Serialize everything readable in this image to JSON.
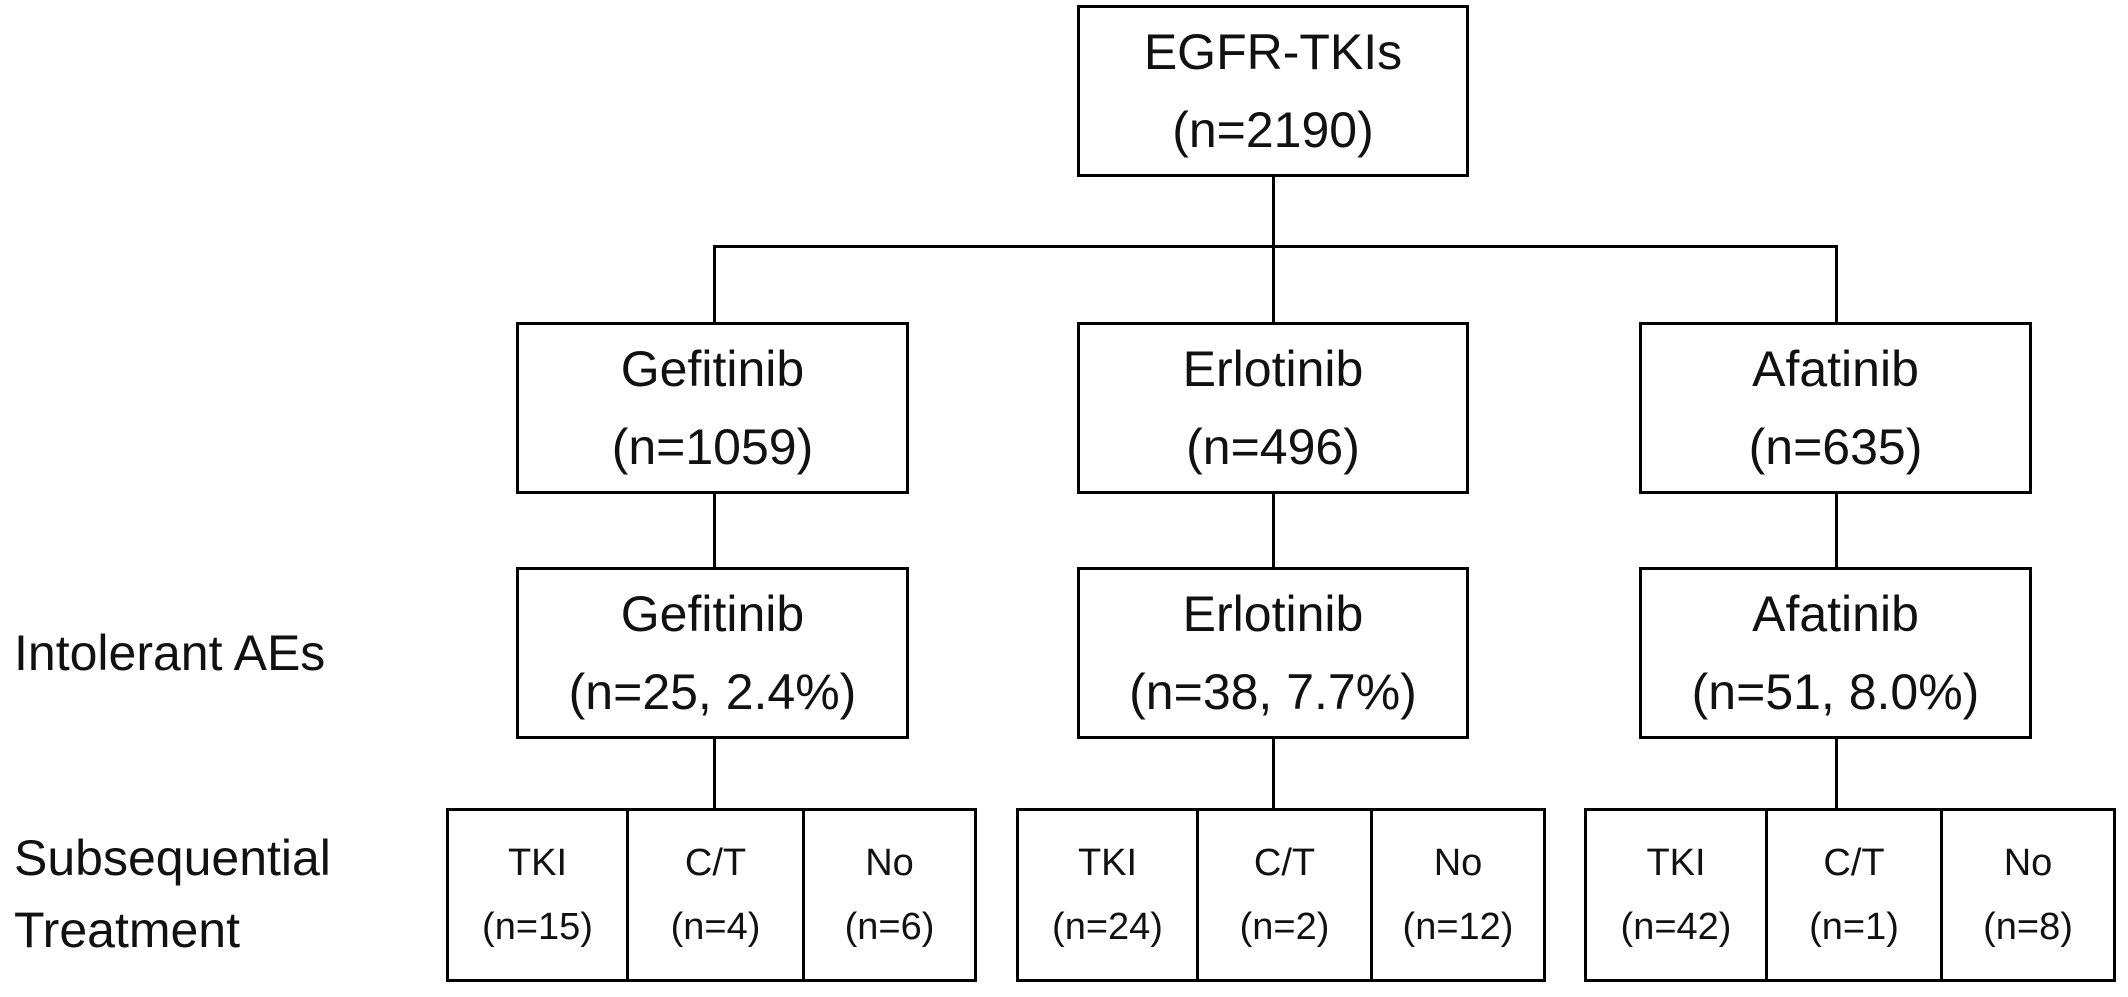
{
  "root": {
    "title": "EGFR-TKIs",
    "count": "(n=2190)"
  },
  "drugs": [
    {
      "name": "Gefitinib",
      "count": "(n=1059)"
    },
    {
      "name": "Erlotinib",
      "count": "(n=496)"
    },
    {
      "name": "Afatinib",
      "count": "(n=635)"
    }
  ],
  "intolerant": [
    {
      "name": "Gefitinib",
      "count": "(n=25, 2.4%)"
    },
    {
      "name": "Erlotinib",
      "count": "(n=38, 7.7%)"
    },
    {
      "name": "Afatinib",
      "count": "(n=51, 8.0%)"
    }
  ],
  "row_labels": {
    "intolerant": "Intolerant AEs",
    "subsequent_line1": "Subsequential",
    "subsequent_line2": "Treatment"
  },
  "subsequent": [
    [
      {
        "label": "TKI",
        "count": "(n=15)"
      },
      {
        "label": "C/T",
        "count": "(n=4)"
      },
      {
        "label": "No",
        "count": "(n=6)"
      }
    ],
    [
      {
        "label": "TKI",
        "count": "(n=24)"
      },
      {
        "label": "C/T",
        "count": "(n=2)"
      },
      {
        "label": "No",
        "count": "(n=12)"
      }
    ],
    [
      {
        "label": "TKI",
        "count": "(n=42)"
      },
      {
        "label": "C/T",
        "count": "(n=1)"
      },
      {
        "label": "No",
        "count": "(n=8)"
      }
    ]
  ]
}
